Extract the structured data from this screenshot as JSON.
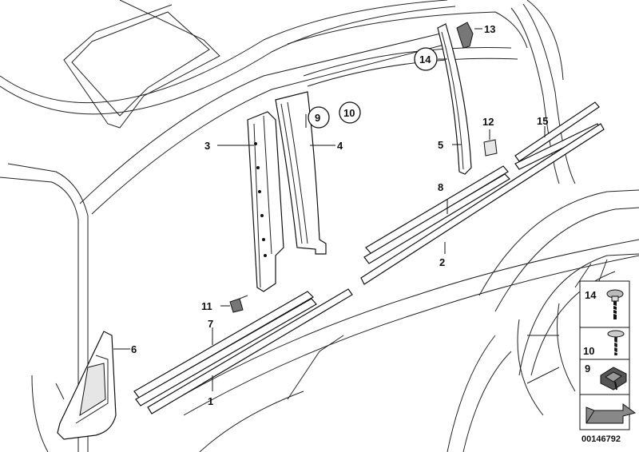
{
  "diagram": {
    "callouts": {
      "c1": "1",
      "c2": "2",
      "c3": "3",
      "c4": "4",
      "c5": "5",
      "c6": "6",
      "c7": "7",
      "c8": "8",
      "c9": "9",
      "c10": "10",
      "c11": "11",
      "c12": "12",
      "c13": "13",
      "c14": "14",
      "c15": "15"
    },
    "legend": [
      {
        "num": "14",
        "icon": "screw-icon"
      },
      {
        "num": "10",
        "icon": "expanding-rivet-icon"
      },
      {
        "num": "9",
        "icon": "clip-icon"
      }
    ],
    "reference_code": "00146792",
    "arrow_icon": "direction-arrow-icon"
  }
}
